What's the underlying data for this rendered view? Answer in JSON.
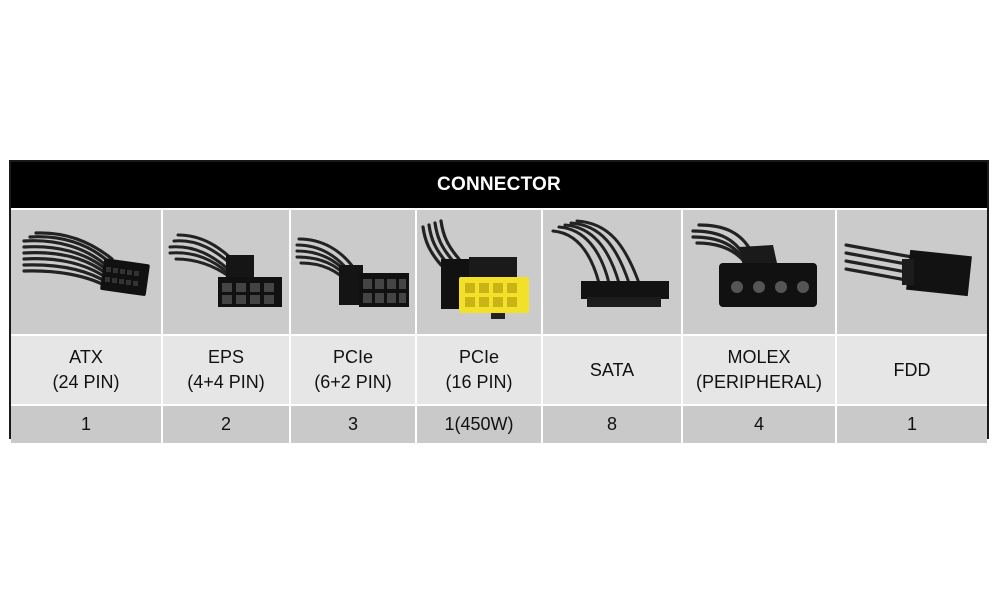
{
  "table": {
    "header": "CONNECTOR",
    "connectors": [
      {
        "icon": "atx-24-pin-connector-icon",
        "line1": "ATX",
        "line2": "(24 PIN)",
        "count": "1"
      },
      {
        "icon": "eps-4-4-pin-connector-icon",
        "line1": "EPS",
        "line2": "(4+4 PIN)",
        "count": "2"
      },
      {
        "icon": "pcie-6-2-pin-connector-icon",
        "line1": "PCIe",
        "line2": "(6+2 PIN)",
        "count": "3"
      },
      {
        "icon": "pcie-16-pin-connector-icon",
        "line1": "PCIe",
        "line2": "(16 PIN)",
        "count": "1(450W)"
      },
      {
        "icon": "sata-connector-icon",
        "line1": "SATA",
        "line2": "",
        "count": "8"
      },
      {
        "icon": "molex-peripheral-connector-icon",
        "line1": "MOLEX",
        "line2": "(PERIPHERAL)",
        "count": "4"
      },
      {
        "icon": "fdd-connector-icon",
        "line1": "FDD",
        "line2": "",
        "count": "1"
      }
    ],
    "colors": {
      "header_bg": "#000000",
      "header_text": "#ffffff",
      "image_bg": "#cbcbcb",
      "name_bg": "#e6e6e6",
      "count_bg": "#c9c9c9",
      "connector_yellow": "#f2e02a"
    }
  }
}
